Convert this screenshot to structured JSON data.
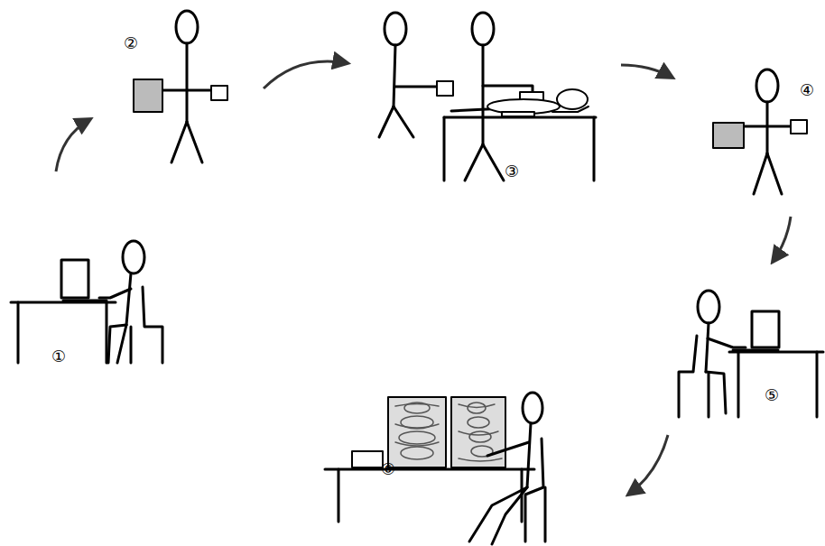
{
  "diagram": {
    "labels": [
      "①",
      "②",
      "③",
      "④",
      "⑤",
      "⑥"
    ]
  }
}
